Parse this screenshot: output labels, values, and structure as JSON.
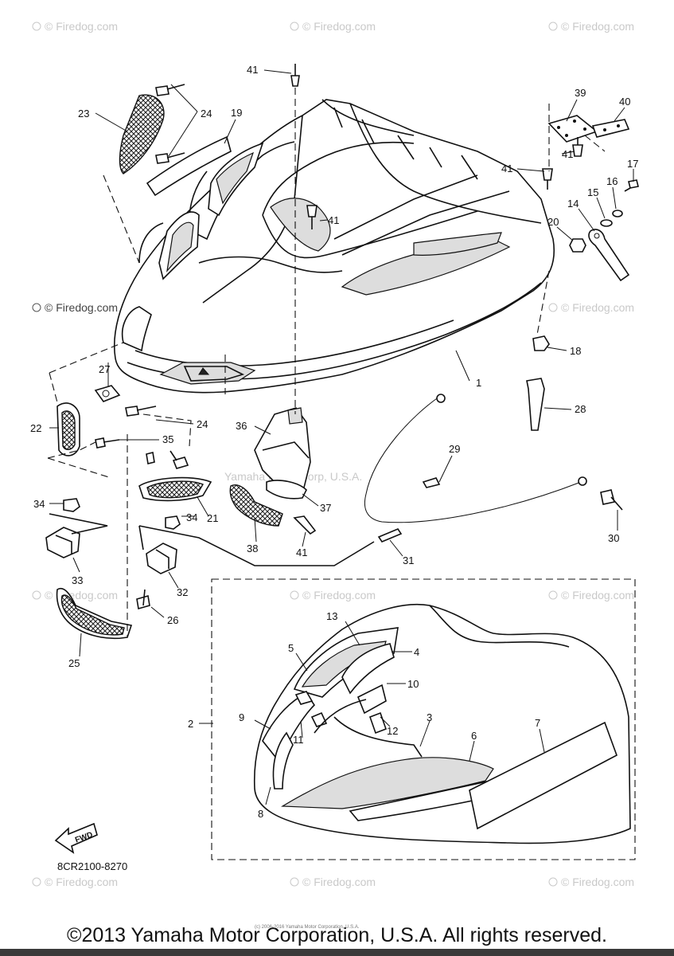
{
  "watermark": "© Firedog.com",
  "center_watermark": "Yamaha Motor Corp, U.S.A.",
  "diagram_code": "8CR2100-8270",
  "fwd_label": "FWD",
  "copyright": "©2013 Yamaha Motor Corporation, U.S.A. All rights reserved.",
  "tiny_copyright": "(c) 2006-2016 Yamaha Motor Corporation, U.S.A.",
  "callouts": [
    "1",
    "2",
    "3",
    "4",
    "5",
    "6",
    "7",
    "8",
    "9",
    "10",
    "11",
    "12",
    "13",
    "14",
    "15",
    "16",
    "17",
    "18",
    "19",
    "20",
    "21",
    "22",
    "23",
    "24",
    "25",
    "26",
    "27",
    "28",
    "29",
    "30",
    "31",
    "32",
    "33",
    "34",
    "35",
    "36",
    "37",
    "38",
    "39",
    "40",
    "41"
  ]
}
